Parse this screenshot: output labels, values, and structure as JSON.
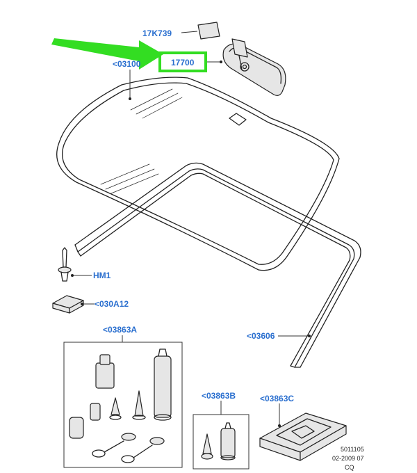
{
  "labels": {
    "mirror_pad": "17K739",
    "mirror": "17700",
    "windscreen": "<03100",
    "rivet": "HM1",
    "pad": "<030A12",
    "moulding": "<03606",
    "kit_a": "<03863A",
    "kit_b": "<03863B",
    "kit_c": "<03863C"
  },
  "reference": {
    "number": "5011105",
    "date": "02-2009 07",
    "code": "CQ"
  },
  "colors": {
    "label": "#2a6fcf",
    "highlight": "#33dd22",
    "line": "#222222"
  },
  "highlight": {
    "target": "17700",
    "shape": "arrow-and-box"
  }
}
